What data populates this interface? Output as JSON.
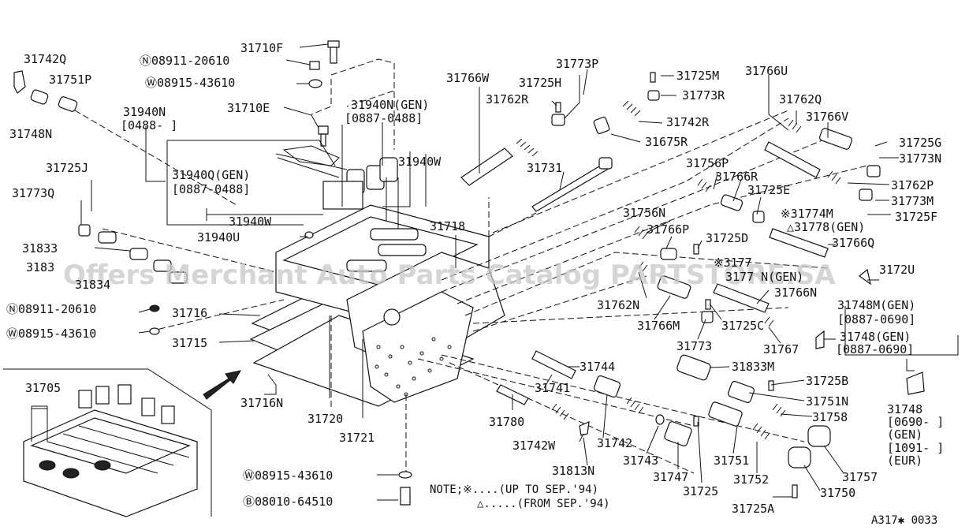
{
  "watermark": "Offers Merchant Auto Parts Catalog PARTSTORE.SA",
  "diagram_code": "A317✱ 0033",
  "note_line1": "NOTE;※....(UP TO SEP.'94)",
  "note_line2": "△.....(FROM SEP.'94)",
  "labels": {
    "p31742Q": "31742Q",
    "p31751P": "31751P",
    "p31748N": "31748N",
    "p31710F": "31710F",
    "n0891120610a": "Ⓝ08911-20610",
    "w0891543610a": "Ⓦ08915-43610",
    "p31710E": "31710E",
    "p31940N": "31940N",
    "p31940N_code": "[0488-   ]",
    "p31940N_gen": "31940N(GEN)",
    "p31940N_gen_code": "[0887-0488]",
    "p31940Q": "31940Q(GEN)",
    "p31940Q_code": "[0887-0488]",
    "p31940W_a": "31940W",
    "p31940W_b": "31940W",
    "p31940U": "31940U",
    "p31725J": "31725J",
    "p31773Q": "31773Q",
    "p31833": "31833",
    "p3183": "3183",
    "p31834": "31834",
    "n0891120610b": "Ⓝ08911-20610",
    "w0891543610b": "Ⓦ08915-43610",
    "p31716": "31716",
    "p31715": "31715",
    "p31716N": "31716N",
    "p31720": "31720",
    "p31721": "31721",
    "p31705": "31705",
    "p31718": "31718",
    "p31766W": "31766W",
    "p31725H": "31725H",
    "p31773P": "31773P",
    "p31762R": "31762R",
    "p31742R": "31742R",
    "p31675R": "31675R",
    "p31731": "31731",
    "p31725M": "31725M",
    "p31773R": "31773R",
    "p31766U": "31766U",
    "p31762Q": "31762Q",
    "p31766V": "31766V",
    "p31725G": "31725G",
    "p31773N": "31773N",
    "p31762P": "31762P",
    "p31773M": "31773M",
    "p31725F": "31725F",
    "p31756P": "31756P",
    "p31766R": "31766R",
    "p31725E": "31725E",
    "p31774M": "※31774M",
    "p31778": "△31778(GEN)",
    "p31766Q": "31766Q",
    "p31756N": "31756N",
    "p31766P": "31766P",
    "p31725D": "31725D",
    "p3177_a": "※3177",
    "p3177_b": "3177 N(GEN)",
    "p3172U": "3172U",
    "p31766N": "31766N",
    "p31762N": "31762N",
    "p31766M": "31766M",
    "p31725C": "31725C",
    "p31773": "31773",
    "p31767": "31767",
    "p31748M": "31748M(GEN)",
    "p31748M_code": "[0887-0690]",
    "p31748gen": "31748(GEN)",
    "p31748gen_code": "[0887-0690]",
    "p31833M": "31833M",
    "p31744": "31744",
    "p31741": "31741",
    "p31725B": "31725B",
    "p31751N": "31751N",
    "p31758": "31758",
    "p31748": "31748",
    "p31748_code1": "[0690-  ]",
    "p31748_gen": "(GEN)",
    "p31748_code2": "[1091-  ]",
    "p31748_eur": "(EUR)",
    "p31780": "31780",
    "p31742W": "31742W",
    "p31742": "31742",
    "p31743": "31743",
    "p31747": "31747",
    "p31751": "31751",
    "p31752": "31752",
    "p31757": "31757",
    "p31750": "31750",
    "p31725": "31725",
    "p31725A": "31725A",
    "p31813N": "31813N",
    "w0891543610c": "Ⓦ08915-43610",
    "b0801064510": "Ⓑ08010-64510"
  }
}
